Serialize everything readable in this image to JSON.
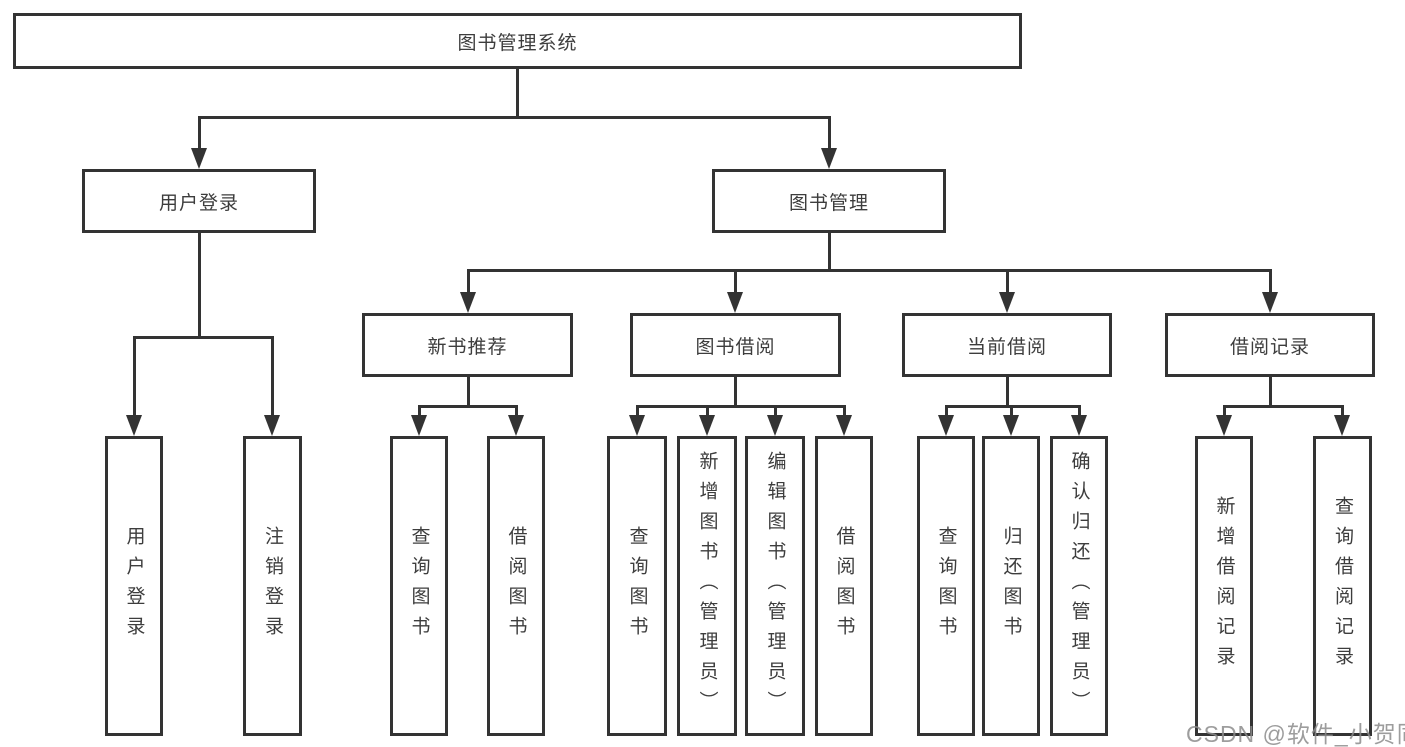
{
  "nodes": {
    "root": "图书管理系统",
    "level2": [
      "用户登录",
      "图书管理"
    ],
    "level3": [
      "新书推荐",
      "图书借阅",
      "当前借阅",
      "借阅记录"
    ],
    "level4": {
      "login": [
        "用户登录",
        "注销登录"
      ],
      "recommend": [
        "查询图书",
        "借阅图书"
      ],
      "borrow": [
        "查询图书",
        "新增图书（管理员）",
        "编辑图书（管理员）",
        "借阅图书"
      ],
      "current": [
        "查询图书",
        "归还图书",
        "确认归还（管理员）"
      ],
      "records": [
        "新增借阅记录",
        "查询借阅记录"
      ]
    }
  },
  "watermark": "CSDN @软件_小贺同学",
  "colors": {
    "line": "#333333",
    "text": "#3d3d3d",
    "watermark": "#8c8c8c",
    "bg": "#ffffff"
  }
}
